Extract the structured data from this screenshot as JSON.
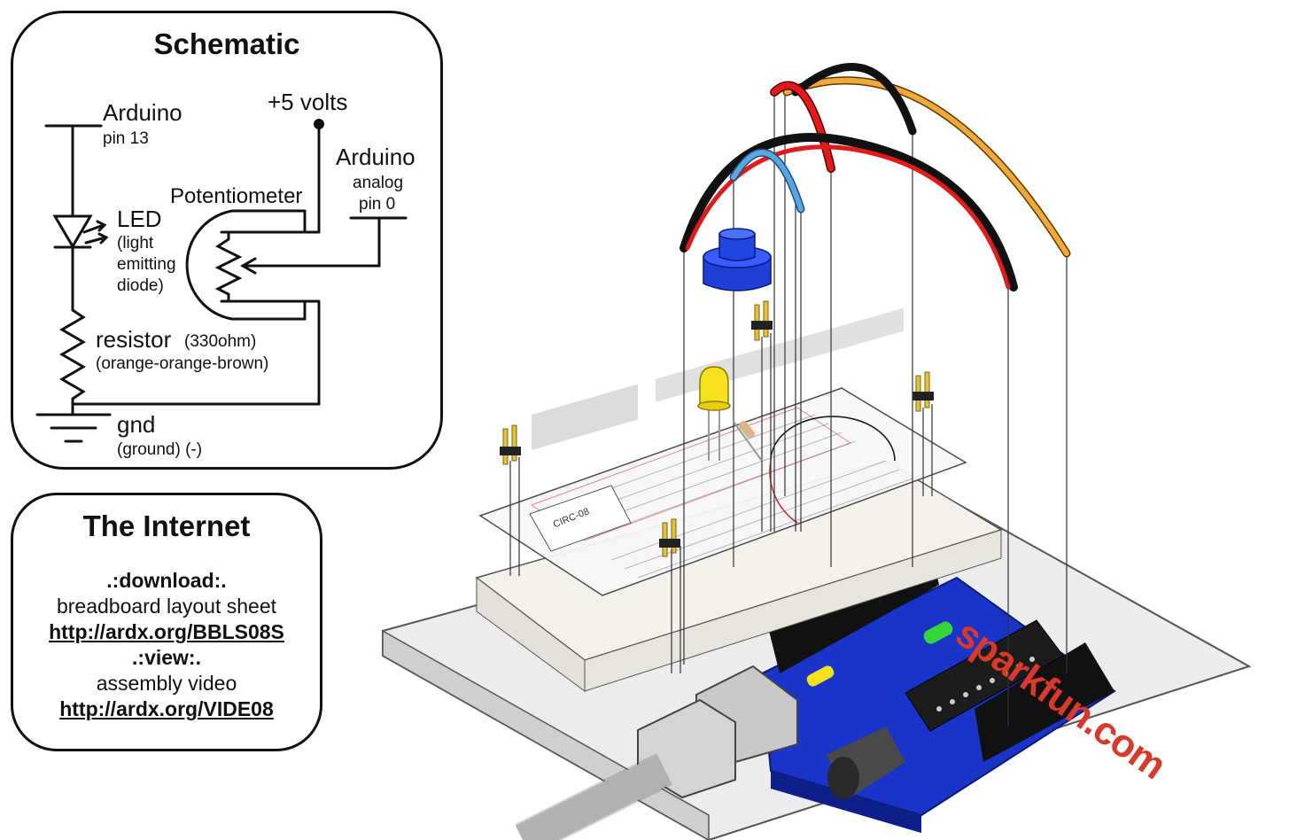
{
  "schematic": {
    "title": "Schematic",
    "arduino_pin13": "Arduino",
    "arduino_pin13_sub": "pin 13",
    "supply": "+5 volts",
    "arduino_analog": "Arduino",
    "arduino_analog_sub1": "analog",
    "arduino_analog_sub2": "pin 0",
    "potentiometer": "Potentiometer",
    "led": "LED",
    "led_desc1": "(light",
    "led_desc2": "emitting",
    "led_desc3": "diode)",
    "resistor": "resistor",
    "resistor_value": "(330ohm)",
    "resistor_colors": "(orange-orange-brown)",
    "gnd": "gnd",
    "gnd_desc": "(ground) (-)"
  },
  "internet": {
    "title": "The Internet",
    "download_heading": ".:download:.",
    "download_desc": "breadboard layout sheet",
    "download_link": "http://ardx.org/BBLS08S",
    "view_heading": ".:view:.",
    "view_desc": "assembly video",
    "view_link": "http://ardx.org/VIDE08"
  },
  "illustration": {
    "board_label": "CIRC-08",
    "brand": "sparkfun.com",
    "colors": {
      "wire_red": "#e01b1b",
      "wire_black": "#111111",
      "wire_orange": "#f0a83a",
      "wire_blue": "#5aa7de",
      "led_yellow": "#f5e11e",
      "pot_blue": "#1f3fd6",
      "arduino_blue": "#1a33c8",
      "brand_red": "#d8392b"
    }
  }
}
